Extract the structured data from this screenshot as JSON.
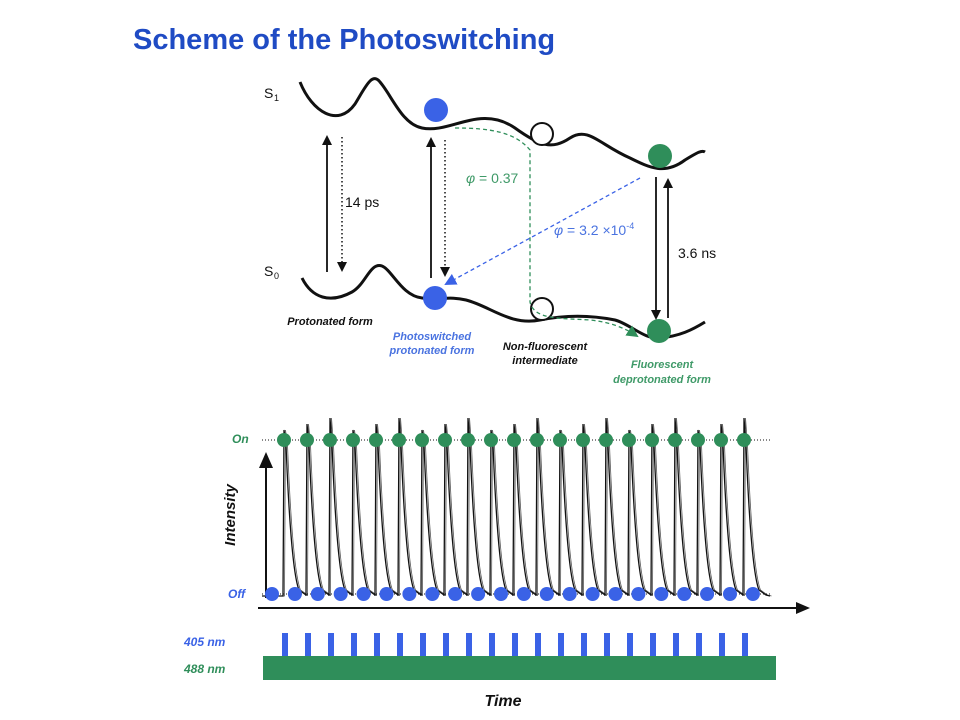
{
  "title": "Scheme of the Photoswitching",
  "colors": {
    "blue": "#3a62e6",
    "green": "#2f8e5a",
    "green_dark": "#267a4a",
    "title_blue": "#1f4bc4",
    "text_blue": "#4a73e0",
    "text_green": "#3f9a68",
    "black": "#111111"
  },
  "energy_diagram": {
    "s1": "S",
    "s1_sub": "1",
    "s0": "S",
    "s0_sub": "0",
    "lifetime_protonated": "14 ps",
    "lifetime_fluorescent": "3.6 ns",
    "phi_symbol": "φ",
    "phi_switch_on": " = 0.37",
    "phi_switch_off": " = 3.2 ×10",
    "phi_switch_off_exp": "-4",
    "labels": {
      "protonated": "Protonated  form",
      "photoswitched_1": "Photoswitched",
      "photoswitched_2": "protonated  form",
      "intermediate_1": "Non-fluorescent",
      "intermediate_2": "intermediate",
      "fluorescent_1": "Fluorescent",
      "fluorescent_2": "deprotonated  form"
    }
  },
  "switching_trace": {
    "on_label": "On",
    "off_label": "Off",
    "ylabel": "Intensity",
    "xlabel": "Time",
    "laser_405": "405 nm",
    "laser_488": "488 nm",
    "cycles": 21
  }
}
